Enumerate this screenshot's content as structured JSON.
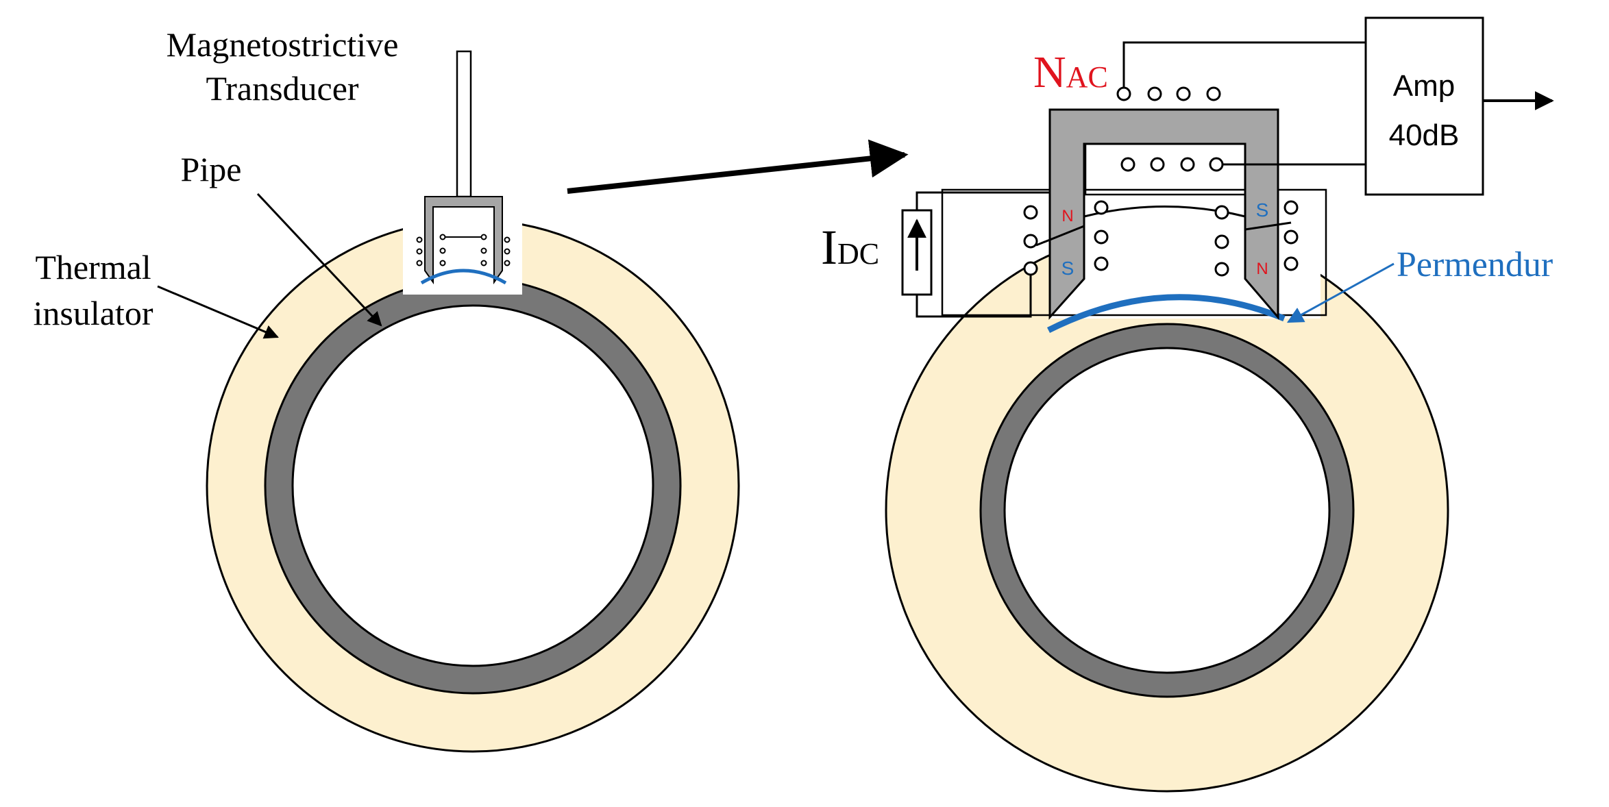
{
  "labels": {
    "transducer_line1": "Magnetostrictive",
    "transducer_line2": "Transducer",
    "pipe": "Pipe",
    "insulator_line1": "Thermal",
    "insulator_line2": "insulator",
    "nac_main": "N",
    "nac_sub": "AC",
    "idc_main": "I",
    "idc_sub": "DC",
    "permendur": "Permendur",
    "amp_line1": "Amp",
    "amp_line2": "40dB",
    "pole_n_left": "N",
    "pole_s_left": "S",
    "pole_s_right": "S",
    "pole_n_right": "N"
  },
  "colors": {
    "insulator_fill": "#fdf0cf",
    "pipe_fill": "#777777",
    "core_fill": "#a6a6a6",
    "permendur_blue": "#1f6fbf",
    "label_red": "#e0141e",
    "pole_blue": "#1f6fbf",
    "line": "#000000"
  },
  "icons": {
    "current_source": "dc-current-source-arrow-icon",
    "pointer_arrows": "arrow-icon"
  }
}
